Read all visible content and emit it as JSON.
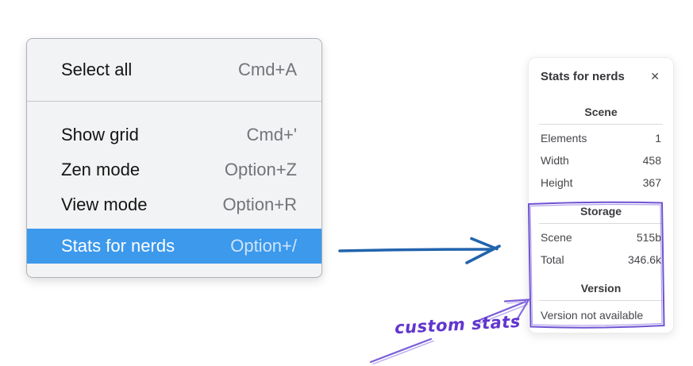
{
  "context_menu": {
    "sections": [
      {
        "items": [
          {
            "label": "Select all",
            "shortcut": "Cmd+A"
          }
        ]
      },
      {
        "items": [
          {
            "label": "Show grid",
            "shortcut": "Cmd+'"
          },
          {
            "label": "Zen mode",
            "shortcut": "Option+Z"
          },
          {
            "label": "View mode",
            "shortcut": "Option+R"
          },
          {
            "label": "Stats for nerds",
            "shortcut": "Option+/"
          }
        ]
      }
    ],
    "highlighted_item": "Stats for nerds"
  },
  "stats_panel": {
    "title": "Stats for nerds",
    "close_icon": "✕",
    "sections": [
      {
        "heading": "Scene",
        "rows": [
          {
            "label": "Elements",
            "value": "1"
          },
          {
            "label": "Width",
            "value": "458"
          },
          {
            "label": "Height",
            "value": "367"
          }
        ]
      },
      {
        "heading": "Storage",
        "rows": [
          {
            "label": "Scene",
            "value": "515b"
          },
          {
            "label": "Total",
            "value": "346.6k"
          }
        ]
      },
      {
        "heading": "Version",
        "note": "Version not available"
      }
    ]
  },
  "annotation": {
    "text": "custom stats"
  },
  "colors": {
    "menu_highlight": "#3c99ec",
    "menu_highlight_shortcut": "#cfe4fb",
    "menu_shortcut_gray": "#73737a",
    "flow_arrow_blue": "#2263ad",
    "annotation_purple": "#6f53d3",
    "annotation_text_purple": "#6136ce"
  }
}
